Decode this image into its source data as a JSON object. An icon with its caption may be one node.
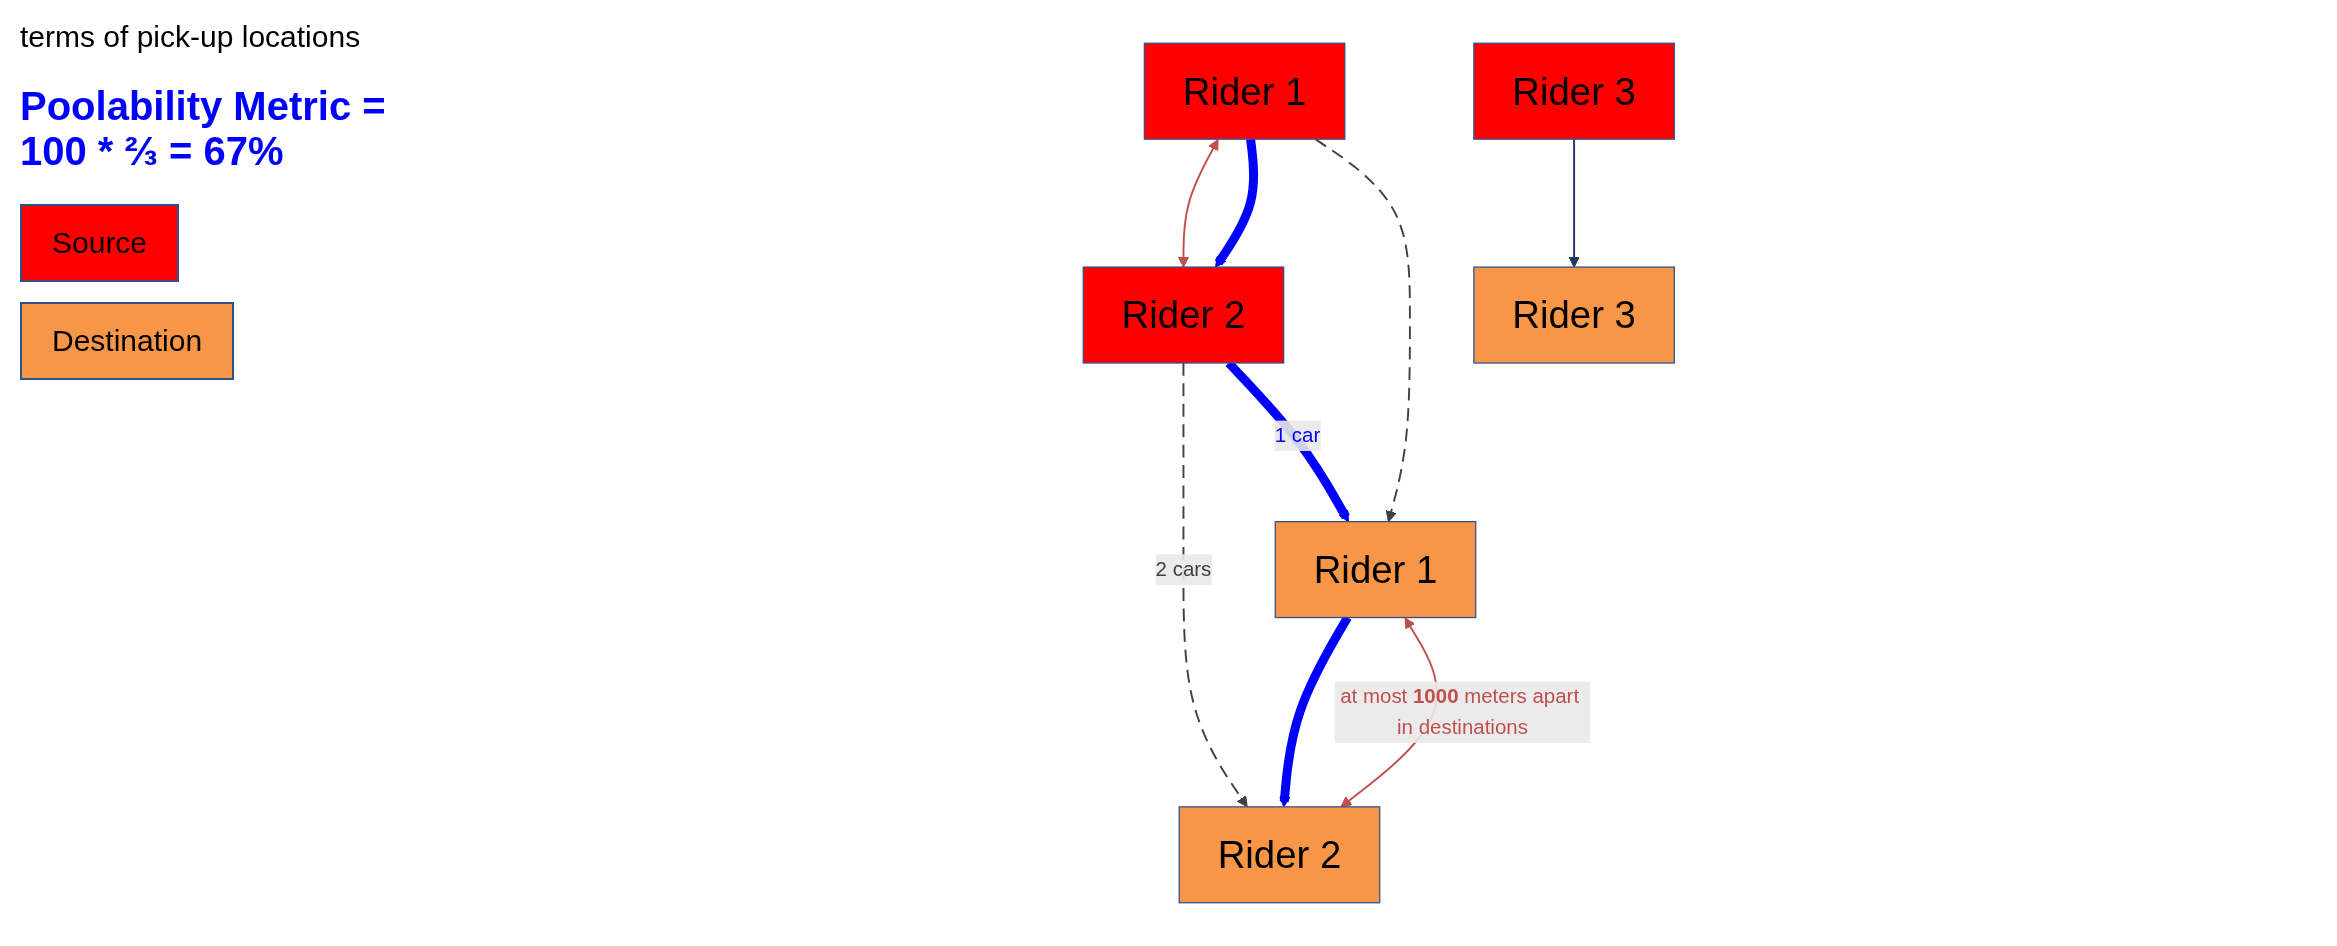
{
  "diagram": {
    "nodes": [
      {
        "text": [
          "Rider 1"
        ]
      },
      {
        "text": [
          "Rider 2"
        ]
      },
      {
        "text": [
          "Rider 3"
        ]
      },
      {
        "text": [
          "Rider 3"
        ]
      },
      {
        "text": [
          "Rider 2"
        ]
      },
      {
        "text": [
          "Rider 1"
        ]
      }
    ],
    "edges": [
      {
        "from": 0,
        "to": 1,
        "arrow": "both",
        "color": "#c0504d"
      },
      {
        "from": 0,
        "to": 1,
        "arrow": "to",
        "style": "thick",
        "color": "#0000ff"
      },
      {
        "from": 3,
        "to": 2,
        "arrow": "to",
        "color": "#1f3864"
      },
      {
        "from": 0,
        "to": 5,
        "arrow": "to",
        "style": "dashed",
        "color": "#404040"
      },
      {
        "from": 1,
        "to": 4,
        "arrow": "to",
        "style": "dashed",
        "color": "#404040",
        "label": "2 cars"
      },
      {
        "from": 1,
        "to": 5,
        "arrow": "to",
        "style": "thick",
        "color": "#0000ff",
        "label": "1 car"
      },
      {
        "from": 5,
        "to": 4,
        "arrow": "to",
        "style": "thick",
        "color": "#0000ff"
      },
      {
        "from": 5,
        "to": 4,
        "arrow": "both",
        "color": "#c0504d",
        "label": "at most **1000** meters apart in destinations"
      }
    ],
    "labels": [
      "terms of pick-up locations",
      "Poolability Metric = 100 * ⅔ = 67%"
    ],
    "legend": [
      {
        "text": "Source",
        "color": "#ff0000"
      },
      {
        "text": "Destination",
        "color": "#f79646"
      }
    ]
  }
}
